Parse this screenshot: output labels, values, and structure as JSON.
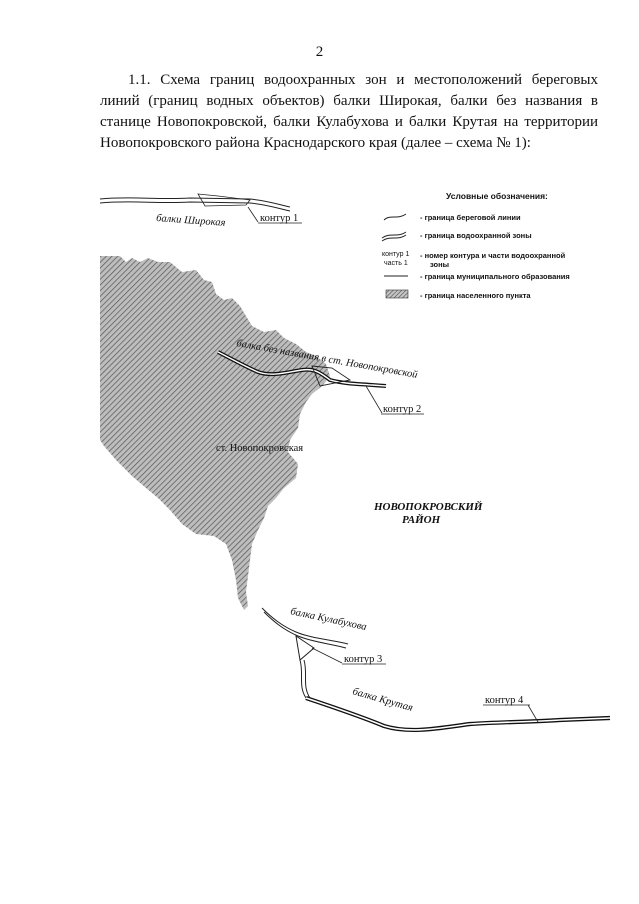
{
  "page": {
    "number": "2"
  },
  "intro": {
    "text": "1.1. Схема границ водоохранных зон и местоположений береговых линий (границ водных объектов) балки Широкая, балки без названия в станице Новопокровской, балки Кулабухова и балки Крутая на территории Новопокровского района Краснодарского края (далее – схема № 1):"
  },
  "map": {
    "labels": {
      "balka_shirokaya": "балки Широкая",
      "balka_bez_nazvaniya": "балка без названия в ст. Новопокровской",
      "settlement": "ст. Новопокровская",
      "district_line1": "НОВОПОКРОВСКИЙ",
      "district_line2": "РАЙОН",
      "balka_kulabukhova": "балка Кулабухова",
      "balka_krutaya": "балка Крутая"
    },
    "contours": {
      "c1": "контур 1",
      "c2": "контур 2",
      "c3": "контур 3",
      "c4": "контур 4"
    }
  },
  "legend": {
    "title": "Условные обозначения:",
    "items": [
      {
        "label": "- граница береговой линии",
        "icon": "shoreline-line-icon"
      },
      {
        "label": "- граница водоохранной зоны",
        "icon": "water-zone-line-icon"
      },
      {
        "label": "- номер контура и части водоохранной",
        "label2": "зоны",
        "sample1": "контур 1",
        "sample2": "часть 1",
        "icon": "contour-number-icon"
      },
      {
        "label": "- граница муниципального образования",
        "icon": "municipal-border-icon"
      },
      {
        "label": "- граница населенного пункта",
        "icon": "settlement-border-icon"
      }
    ]
  }
}
